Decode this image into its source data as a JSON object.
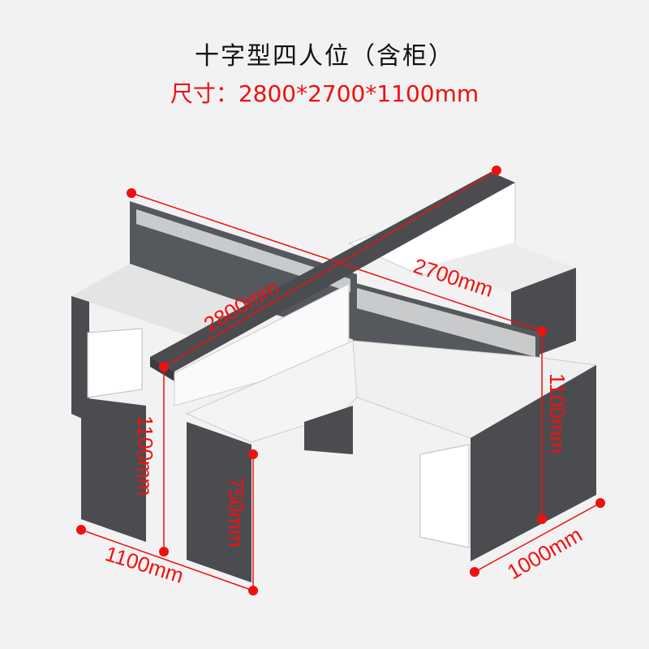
{
  "title": "十字型四人位（含柜）",
  "size_label": "尺寸：2800*2700*1100mm",
  "dimensions": {
    "length": "2800mm",
    "width": "2700mm",
    "height_left": "1100mm",
    "desk_height": "750mm",
    "depth_left": "1100mm",
    "height_right": "1100mm",
    "depth_right": "1000mm"
  },
  "colors": {
    "accent": "#f01010",
    "panel_dark": "#4a4c50",
    "desk_white": "#f4f4f4"
  }
}
